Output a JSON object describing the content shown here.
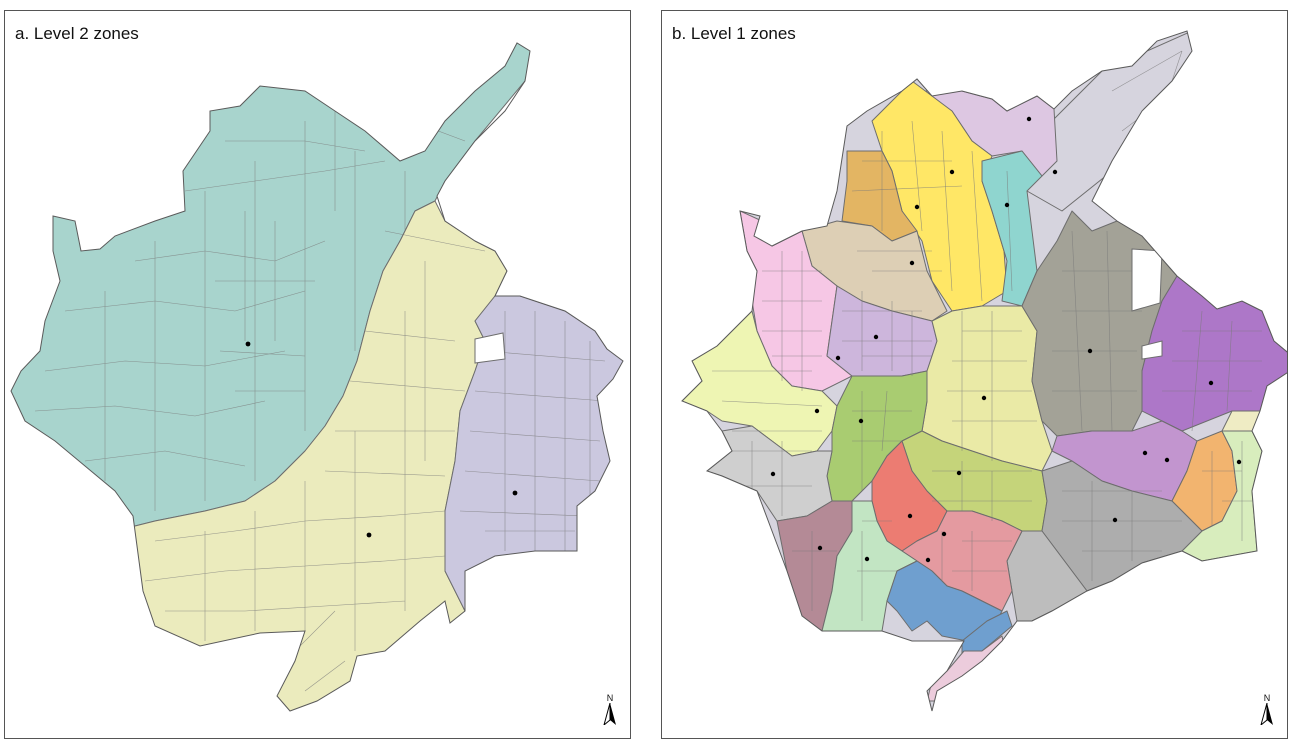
{
  "panel_a": {
    "title": "a. Level 2 zones",
    "north_label": "N",
    "zones": [
      {
        "id": "west",
        "color": "#a8d4cd"
      },
      {
        "id": "central-south",
        "color": "#ebebbd"
      },
      {
        "id": "east",
        "color": "#cbc8df"
      }
    ]
  },
  "panel_b": {
    "title": "b. Level 1 zones",
    "north_label": "N",
    "zones": [
      {
        "id": "north-grey",
        "color": "#d6d4de"
      },
      {
        "id": "north-lilac",
        "color": "#ddc7e2"
      },
      {
        "id": "yellow",
        "color": "#ffe766"
      },
      {
        "id": "ochre",
        "color": "#e3b563"
      },
      {
        "id": "teal",
        "color": "#8fd5cf"
      },
      {
        "id": "tan",
        "color": "#ddcfb5"
      },
      {
        "id": "pink",
        "color": "#f6c7e5"
      },
      {
        "id": "purple-light",
        "color": "#cdb6dc"
      },
      {
        "id": "pale-yellow",
        "color": "#eef5b3"
      },
      {
        "id": "light-yellow-central",
        "color": "#eaeaa6"
      },
      {
        "id": "dark-grey",
        "color": "#a3a297"
      },
      {
        "id": "magenta-purple",
        "color": "#c295cf"
      },
      {
        "id": "violet",
        "color": "#ad77c8"
      },
      {
        "id": "orange",
        "color": "#f2b46f"
      },
      {
        "id": "light-green-east",
        "color": "#d8edbd"
      },
      {
        "id": "cream-east",
        "color": "#efecc4"
      },
      {
        "id": "green",
        "color": "#a9cc71"
      },
      {
        "id": "olive-green",
        "color": "#c5d47a"
      },
      {
        "id": "grey-west",
        "color": "#cfcfcf"
      },
      {
        "id": "grey-south",
        "color": "#bdbdbd"
      },
      {
        "id": "grey-southeast",
        "color": "#adadad"
      },
      {
        "id": "red",
        "color": "#ec7c72"
      },
      {
        "id": "rose",
        "color": "#e49aa0"
      },
      {
        "id": "mauve",
        "color": "#b48a96"
      },
      {
        "id": "mint",
        "color": "#c2e5c3"
      },
      {
        "id": "blue",
        "color": "#6f9fcf"
      },
      {
        "id": "light-pink-south",
        "color": "#ecccdc"
      }
    ]
  }
}
